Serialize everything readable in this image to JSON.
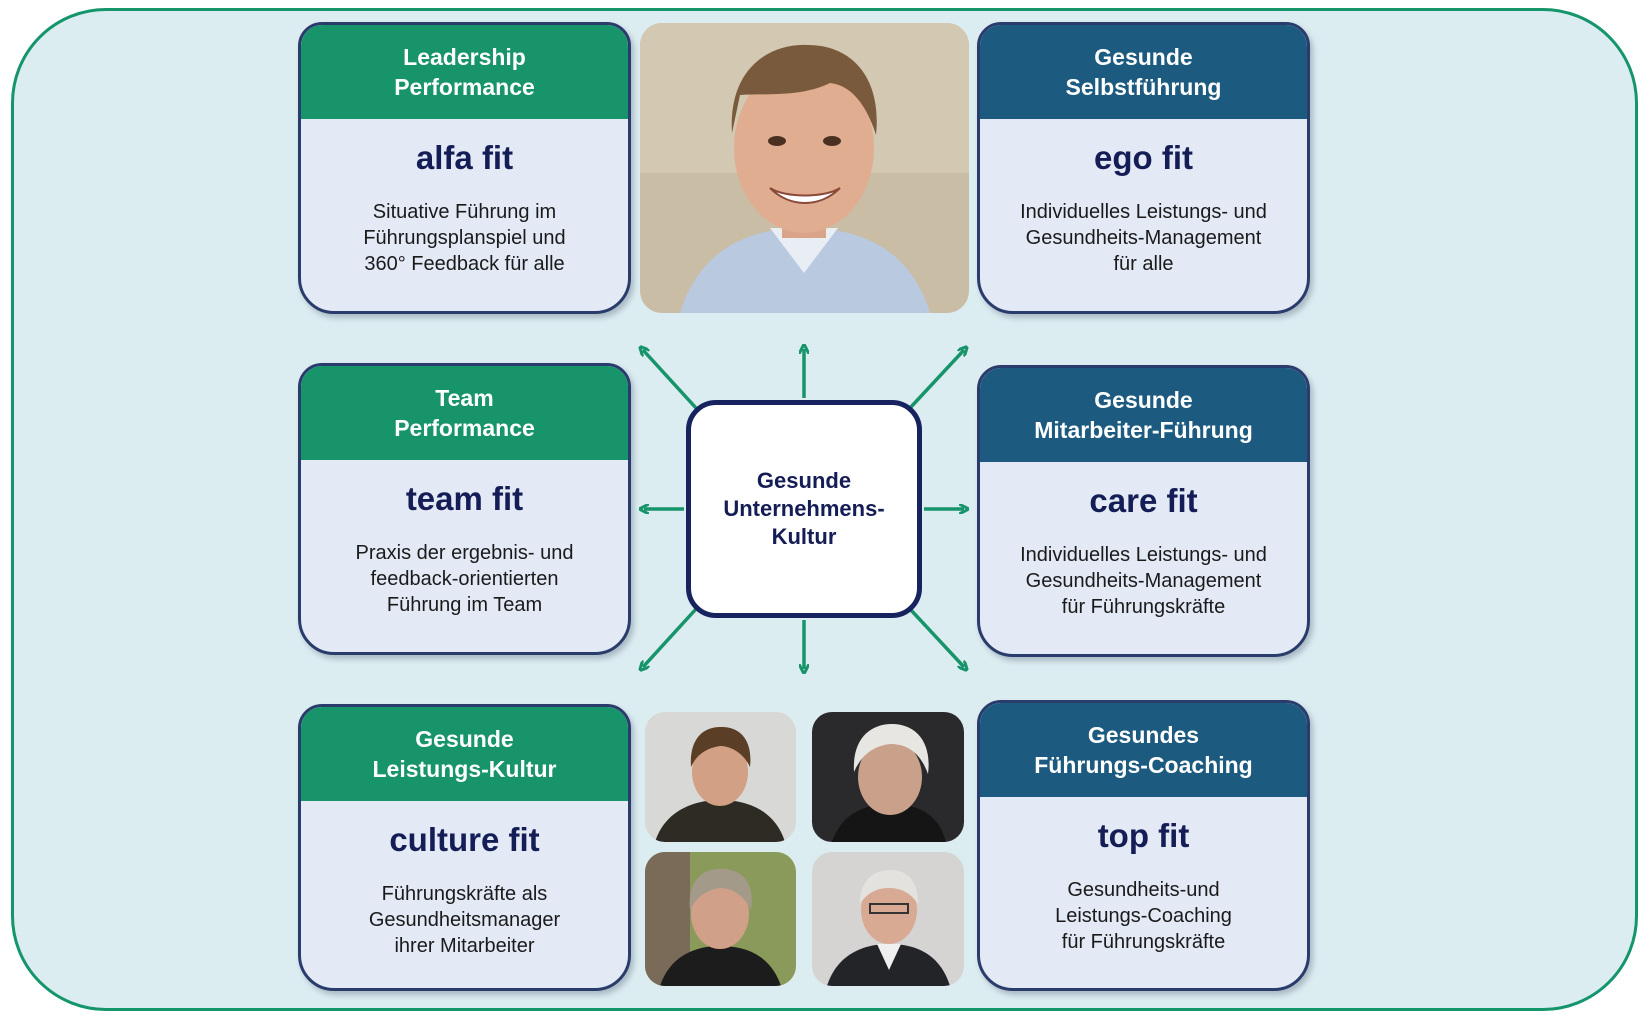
{
  "center": {
    "label": "Gesunde\nUnternehmens-\nKultur"
  },
  "cards": [
    {
      "id": "alfa",
      "head": "Leadership\nPerformance",
      "name": "alfa fit",
      "desc": "Situative Führung im\nFührungsplanspiel und\n360° Feedback für alle",
      "color": "green"
    },
    {
      "id": "ego",
      "head": "Gesunde\nSelbstführung",
      "name": "ego fit",
      "desc": "Individuelles Leistungs- und\nGesundheits-Management\nfür alle",
      "color": "blue"
    },
    {
      "id": "team",
      "head": "Team\nPerformance",
      "name": "team fit",
      "desc": "Praxis der ergebnis- und\nfeedback-orientierten\nFührung im Team",
      "color": "green"
    },
    {
      "id": "care",
      "head": "Gesunde\nMitarbeiter-Führung",
      "name": "care fit",
      "desc": "Individuelles Leistungs- und\nGesundheits-Management\nfür Führungskräfte",
      "color": "blue"
    },
    {
      "id": "culture",
      "head": "Gesunde\nLeistungs-Kultur",
      "name": "culture fit",
      "desc": "Führungskräfte als\nGesundheitsmanager\nihrer Mitarbeiter",
      "color": "green"
    },
    {
      "id": "top",
      "head": "Gesundes\nFührungs-Coaching",
      "name": "top fit",
      "desc": "Gesundheits-und\nLeistungs-Coaching\nfür Führungskräfte",
      "color": "blue"
    }
  ],
  "colors": {
    "green": "#17946a",
    "blue": "#1c5a80",
    "navy": "#17235e",
    "background": "#dcedf2",
    "frame": "#14956b"
  }
}
